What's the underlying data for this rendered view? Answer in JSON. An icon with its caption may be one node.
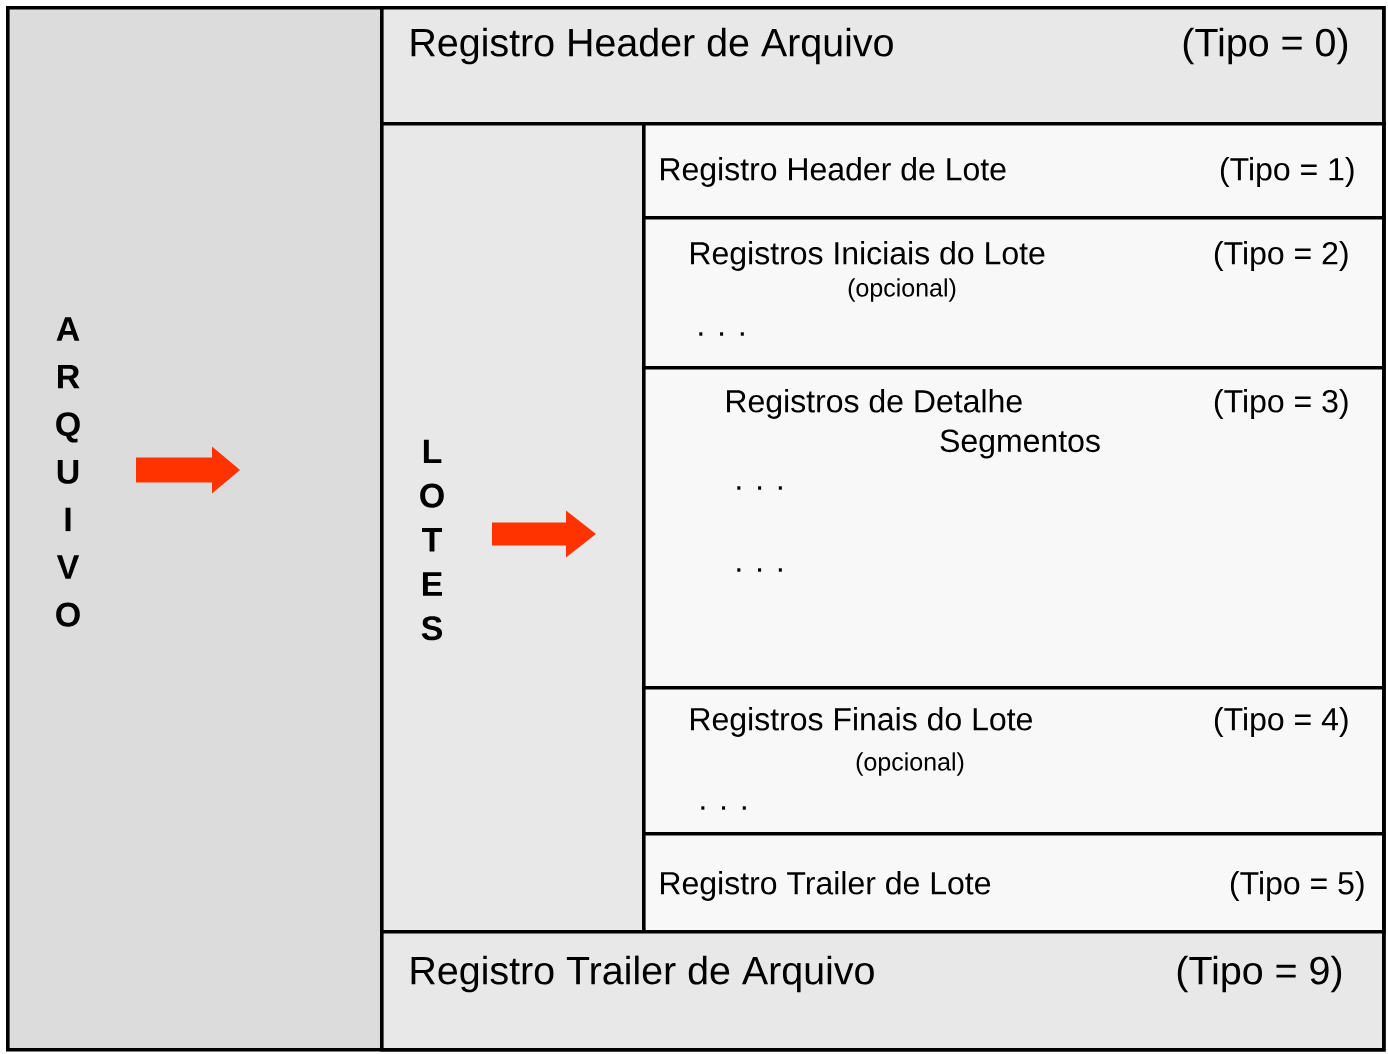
{
  "diagram": {
    "nodes": [
      {
        "text": [
          "ARQUIVO"
        ]
      },
      {
        "text": [
          "Registro Header de Arquivo",
          "(Tipo = 0)"
        ],
        "in": 0
      },
      {
        "text": [
          "LOTES"
        ],
        "in": 0
      },
      {
        "text": [
          "Registro Header de Lote",
          "(Tipo = 1)"
        ],
        "in": 2
      },
      {
        "text": [
          "Registros Iniciais do Lote",
          "(Tipo = 2)",
          "(opcional)",
          ". . ."
        ],
        "in": 2
      },
      {
        "text": [
          "Registros de Detalhe",
          "(Tipo = 3)",
          "Segmentos",
          ". . .",
          ". . ."
        ],
        "in": 2
      },
      {
        "text": [
          "Registros Finais do Lote",
          "(Tipo = 4)",
          "(opcional)",
          ". . ."
        ],
        "in": 2
      },
      {
        "text": [
          "Registro Trailer de Lote",
          "(Tipo = 5)"
        ],
        "in": 2
      },
      {
        "text": [
          "Registro Trailer de Arquivo",
          "(Tipo = 9)"
        ],
        "in": 0
      }
    ]
  }
}
